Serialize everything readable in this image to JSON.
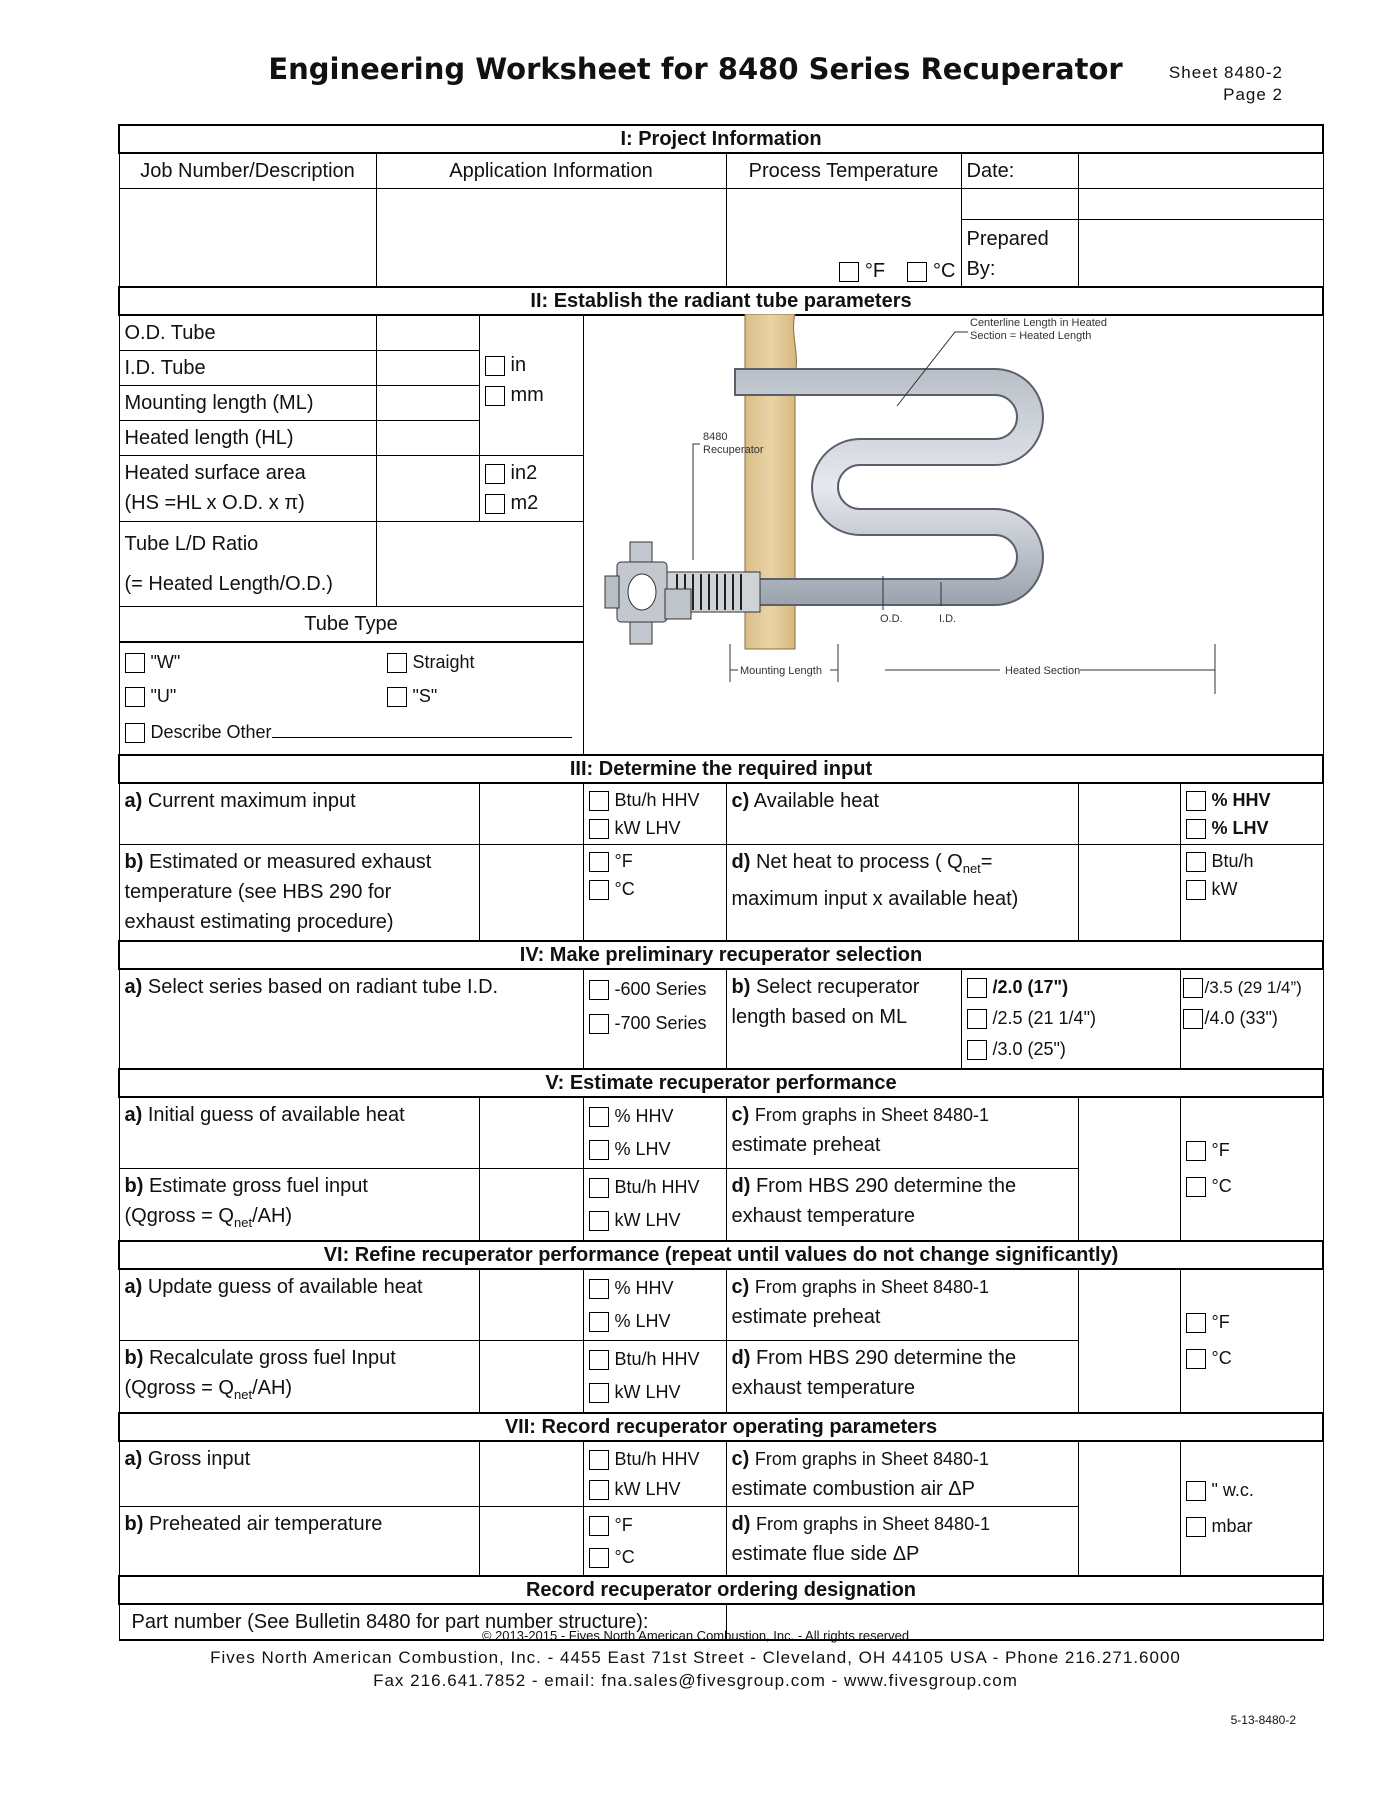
{
  "title": "Engineering Worksheet for 8480 Series Recuperator",
  "sheet": {
    "line1": "Sheet 8480-2",
    "line2": "Page 2"
  },
  "s1": {
    "heading": "I: Project Information",
    "col_job": "Job Number/Description",
    "col_app": "Application Information",
    "col_proc": "Process Temperature",
    "date": "Date:",
    "prepared": "Prepared",
    "by": "By:",
    "deg_f": "°F",
    "deg_c": "°C"
  },
  "s2": {
    "heading": "II: Establish the radiant tube parameters",
    "od": "O.D. Tube",
    "id": "I.D. Tube",
    "ml": "Mounting length (ML)",
    "hl": "Heated length (HL)",
    "hs1": "Heated surface area",
    "hs2": "(HS =HL x O.D. x π)",
    "ld1": "Tube L/D Ratio",
    "ld2": "(= Heated Length/O.D.)",
    "unit_in": "in",
    "unit_mm": "mm",
    "unit_in2": "in2",
    "unit_m2": "m2",
    "tube_type": "Tube Type",
    "w": "\"W\"",
    "u": "\"U\"",
    "straight": "Straight",
    "s": "\"S\"",
    "other": "Describe Other",
    "diagram": {
      "centerline": "Centerline Length in Heated",
      "centerline2": "Section = Heated Length",
      "rec1": "8480",
      "rec2": "Recuperator",
      "od": "O.D.",
      "id": "I.D.",
      "mounting": "Mounting Length",
      "heated": "Heated Section"
    }
  },
  "s3": {
    "heading": "III: Determine the required input",
    "a_tag": "a)",
    "a": "Current maximum input",
    "btu_hhv": "Btu/h HHV",
    "kw_lhv": "kW LHV",
    "c_tag": "c)",
    "c": "Available heat",
    "pct_hhv": "% HHV",
    "pct_lhv": "% LHV",
    "b_tag": "b)",
    "b1": "Estimated or measured exhaust",
    "b2": "temperature  (see HBS 290 for",
    "b3": "exhaust estimating procedure)",
    "deg_f": "°F",
    "deg_c": "°C",
    "d_tag": "d)",
    "d1": "Net heat to process ( Q",
    "d1sub": "net",
    "d1end": "=",
    "d2": "maximum input x available heat)",
    "btuh": "Btu/h",
    "kw": "kW"
  },
  "s4": {
    "heading": "IV: Make preliminary recuperator selection",
    "a_tag": "a)",
    "a": "Select series based on radiant tube I.D.",
    "s600": "-600 Series",
    "s700": "-700 Series",
    "b_tag": "b)",
    "b1": "Select recuperator",
    "b2": "length based on ML",
    "l20": "/2.0 (17\")",
    "l25": "/2.5 (21 1/4\")",
    "l30": "/3.0 (25\")",
    "l35": "/3.5 (29 1/4”)",
    "l40": "/4.0 (33\")"
  },
  "s5": {
    "heading": "V: Estimate recuperator performance",
    "a_tag": "a)",
    "a": "Initial guess of available heat",
    "pct_hhv": "% HHV",
    "pct_lhv": "% LHV",
    "c_tag": "c)",
    "c1": "From graphs in Sheet 8480-1",
    "c2": "estimate preheat",
    "deg_f": "°F",
    "deg_c": "°C",
    "b_tag": "b)",
    "b1": "Estimate gross fuel input",
    "b2a": "(Qgross = Q",
    "b2sub": "net",
    "b2b": "/AH)",
    "btu_hhv": "Btu/h HHV",
    "kw_lhv": "kW LHV",
    "d_tag": "d)",
    "d1": "From HBS 290 determine the",
    "d2": "exhaust temperature"
  },
  "s6": {
    "heading": "VI: Refine recuperator performance (repeat until values do not change significantly)",
    "a_tag": "a)",
    "a": "Update guess of available heat",
    "pct_hhv": "% HHV",
    "pct_lhv": "% LHV",
    "c_tag": "c)",
    "c1": "From graphs in Sheet 8480-1",
    "c2": "estimate preheat",
    "deg_f": "°F",
    "deg_c": "°C",
    "b_tag": "b)",
    "b1": "Recalculate gross fuel Input",
    "b2a": "(Qgross = Q",
    "b2sub": "net",
    "b2b": "/AH)",
    "btu_hhv": "Btu/h HHV",
    "kw_lhv": "kW LHV",
    "d_tag": "d)",
    "d1": "From HBS 290 determine the",
    "d2": "exhaust temperature"
  },
  "s7": {
    "heading": "VII: Record recuperator operating parameters",
    "a_tag": "a)",
    "a": "Gross input",
    "btu_hhv": "Btu/h HHV",
    "kw_lhv": "kW LHV",
    "c_tag": "c)",
    "c1": "From graphs in Sheet 8480-1",
    "c2": "estimate combustion air ΔP",
    "wc": "\" w.c.",
    "mbar": "mbar",
    "b_tag": "b)",
    "b": "Preheated air temperature",
    "deg_f": "°F",
    "deg_c": "°C",
    "d_tag": "d)",
    "d1": "From graphs in Sheet 8480-1",
    "d2": "estimate flue side ΔP"
  },
  "s8": {
    "heading": "Record recuperator ordering designation",
    "part": "Part number (See Bulletin 8480 for part number structure):"
  },
  "footer": {
    "copyright": "© 2013-2015 - Fives North American Combustion, Inc. - All rights reserved",
    "address": "Fives North American Combustion, Inc. - 4455 East 71st Street - Cleveland, OH 44105 USA  - Phone 216.271.6000",
    "contact": "Fax 216.641.7852 - email: fna.sales@fivesgroup.com - www.fivesgroup.com",
    "code": "5-13-8480-2"
  }
}
